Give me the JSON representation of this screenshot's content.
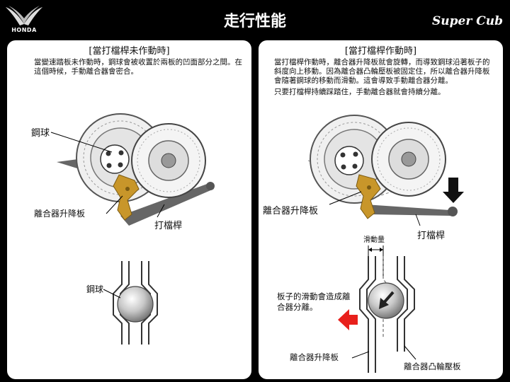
{
  "header": {
    "logo_text": "HONDA",
    "title": "走行性能",
    "brand": "Super Cub"
  },
  "left_panel": {
    "heading": "[當打檔桿未作動時]",
    "description": "當變速踏板未作動時，鋼球會被收置於兩板的凹面部分之間。在這個時候，手動離合器會密合。",
    "labels": {
      "steel_ball": "鋼球",
      "clutch_lift_plate": "離合器升降板",
      "shift_lever": "打檔桿",
      "steel_ball_detail": "鋼球"
    }
  },
  "right_panel": {
    "heading": "[當打檔桿作動時]",
    "description_1": "當打檔桿作動時，離合器升降板就會旋轉，而導致鋼球沿著板子的斜度向上移動。因為離合器凸輪壓板被固定住，所以離合器升降板會隨著鋼球的移動而滑動。這會導致手動離合器分離。",
    "description_2": "只要打檔桿持續踩踏住，手動離合器就會持續分離。",
    "labels": {
      "clutch_lift_plate": "離合器升降板",
      "shift_lever": "打檔桿",
      "slide_amount": "滑動量",
      "slide_note": "板子的滑動會造成離合器分離。",
      "clutch_lift_plate_detail": "離合器升降板",
      "clutch_cam_plate": "離合器凸輪壓板"
    }
  },
  "colors": {
    "background": "#000000",
    "panel": "#ffffff",
    "lift_plate": "#c8962a",
    "arrow_red": "#e8201c"
  }
}
